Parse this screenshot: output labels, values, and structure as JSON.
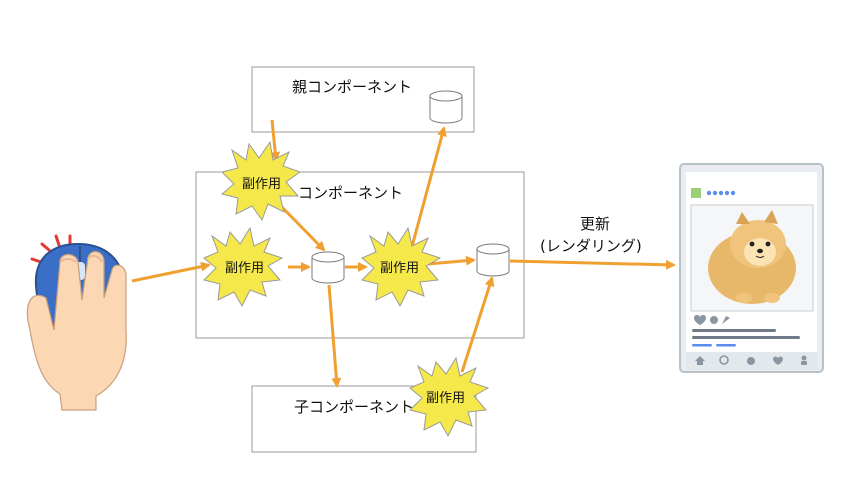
{
  "labels": {
    "parent_component": "親コンポーネント",
    "component": "コンポーネント",
    "child_component": "子コンポーネント",
    "update_line1": "更新",
    "update_line2": "(レンダリング)",
    "side_effect": "副作用"
  },
  "colors": {
    "arrow": "#f0a030",
    "burst_fill": "#f5e84a",
    "burst_stroke": "#9a9a9a",
    "box_stroke": "#9a9a9a",
    "store_stroke": "#7a7a7a",
    "phone_frame": "#e9edf1",
    "dog_fur": "#e8b86a",
    "hand_skin": "#fbd7b4",
    "mouse_blue": "#3b6fc7"
  },
  "icons": {
    "hand": "hand-clicking-mouse-icon",
    "phone": "social-media-phone-screen-icon",
    "dog": "pomeranian-dog-icon",
    "store": "data-store-cylinder-icon",
    "burst": "explosion-burst-icon"
  }
}
